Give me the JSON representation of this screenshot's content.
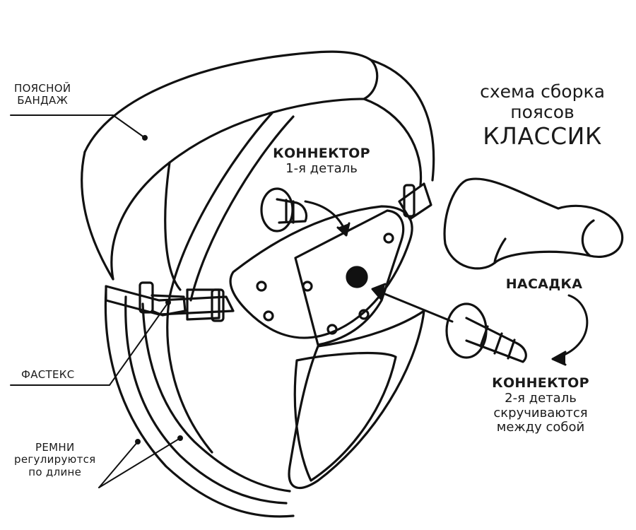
{
  "title": {
    "line1": "схема сборка",
    "line2": "поясов",
    "line3": "КЛАССИК"
  },
  "labels": {
    "waist_band": {
      "line1": "ПОЯСНОЙ",
      "line2": "БАНДАЖ"
    },
    "fastex": "ФАСТЕКС",
    "straps": {
      "line1": "РЕМНИ",
      "line2": "регулируются",
      "line3": "по длине"
    },
    "connector1": {
      "title": "КОННЕКТОР",
      "sub": "1-я деталь"
    },
    "attachment": "НАСАДКА",
    "connector2": {
      "title": "КОННЕКТОР",
      "line2": "2-я деталь",
      "line3": "скручиваются",
      "line4": "между собой"
    }
  }
}
